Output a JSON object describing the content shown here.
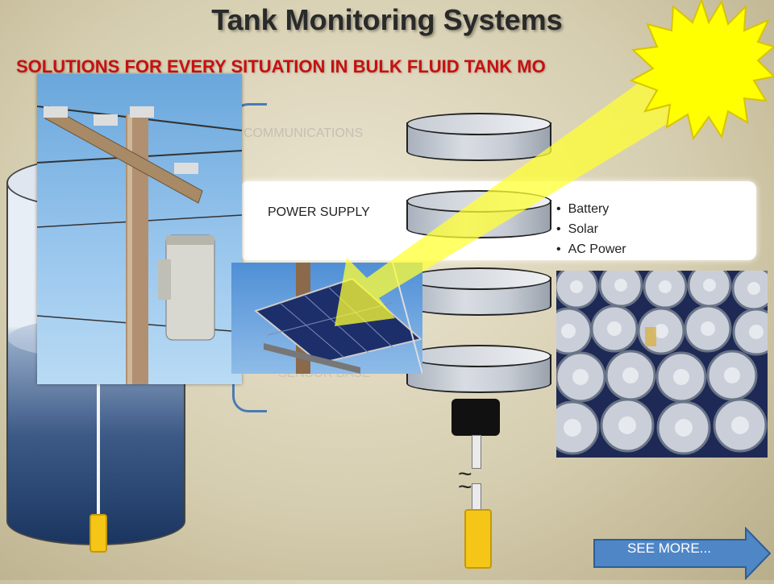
{
  "title": "Tank Monitoring Systems",
  "subtitle": "SOLUTIONS FOR EVERY SITUATION IN BULK FLUID TANK MO",
  "layers": {
    "communications": "COMMUNICATIONS",
    "power_supply": "POWER SUPPLY",
    "sensor_base": "SENSOR BASE"
  },
  "power_options": [
    "Battery",
    "Solar",
    "AC Power"
  ],
  "obscured_fragment": "s",
  "see_more_button": "SEE MORE...",
  "colors": {
    "title": "#2a2a2a",
    "subtitle": "#c8100f",
    "bracket": "#4a7bb5",
    "sun": "#ffff00",
    "float": "#f5c518",
    "button": "#4f86c6"
  }
}
